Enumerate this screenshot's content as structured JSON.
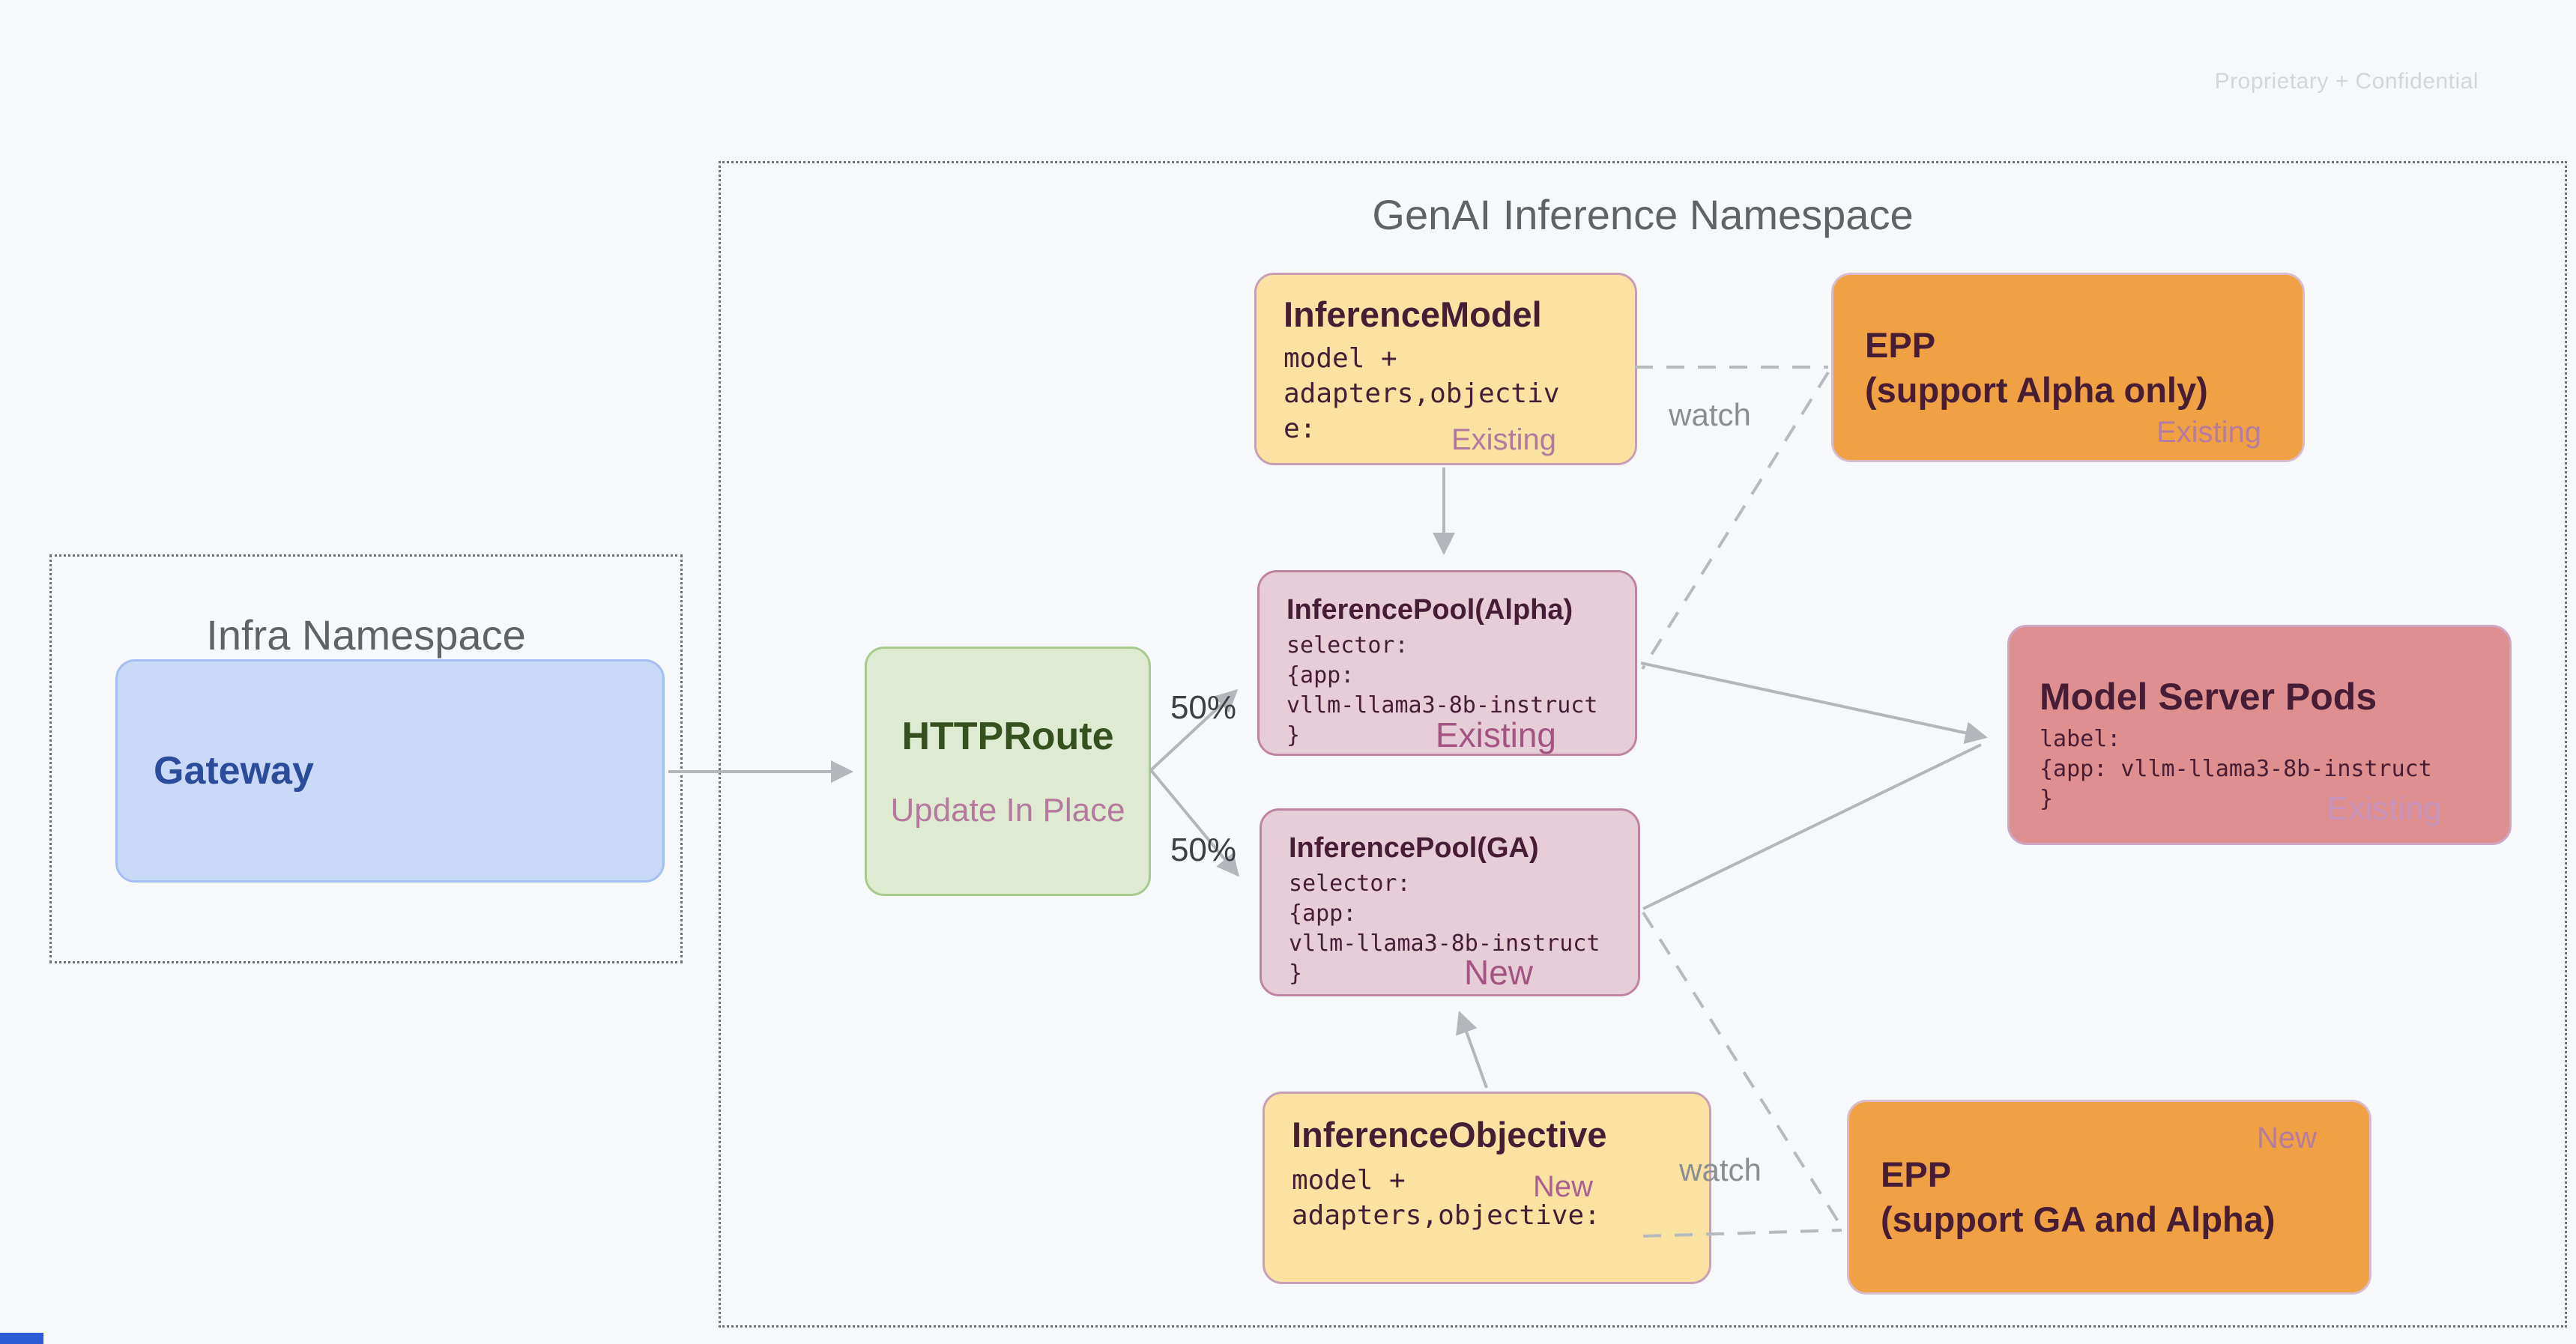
{
  "page": {
    "watermark": "Proprietary + Confidential"
  },
  "infra_namespace": {
    "title": "Infra Namespace",
    "gateway": {
      "title": "Gateway"
    }
  },
  "genai_namespace": {
    "title": "GenAI Inference Namespace",
    "httproute": {
      "title": "HTTPRoute",
      "subtitle": "Update In Place"
    },
    "inference_model": {
      "title": "InferenceModel",
      "body": "model +\nadapters,objectiv\ne:",
      "status": "Existing"
    },
    "epp_alpha": {
      "title": "EPP\n(support Alpha only)",
      "status": "Existing"
    },
    "inference_pool_alpha": {
      "title": "InferencePool(Alpha)",
      "body": "selector:\n{app:\nvllm-llama3-8b-instruct\n}",
      "status": "Existing"
    },
    "inference_pool_ga": {
      "title": "InferencePool(GA)",
      "body": "selector:\n{app:\nvllm-llama3-8b-instruct\n}",
      "status": "New"
    },
    "model_server_pods": {
      "title": "Model Server Pods",
      "body": "label:\n{app: vllm-llama3-8b-instruct\n}",
      "status": "Existing"
    },
    "inference_objective": {
      "title": "InferenceObjective",
      "body": "model +\nadapters,objective:",
      "status": "New"
    },
    "epp_ga": {
      "title": "EPP\n(support GA and Alpha)",
      "status": "New"
    }
  },
  "edges": {
    "split_top": "50%",
    "split_bottom": "50%",
    "watch_top": "watch",
    "watch_bottom": "watch"
  },
  "colors": {
    "background": "#F7F8FA",
    "yellow_fill": "#FAE3A2",
    "orange_fill": "#F0A144",
    "pool_fill": "#E6CDD8",
    "salmon_fill": "#DE8F8F",
    "green_fill": "#DFEBD0",
    "blue_fill": "#C9D9F8",
    "title_maroon": "#471D36",
    "title_green": "#36511E",
    "title_navy": "#2B4C9B",
    "status_mauve": "#B279A0",
    "status_pool": "#A35480",
    "gray_text": "#5F6368",
    "arrow_gray": "#B3B6BB",
    "accent_blue": "#2E5BD7"
  }
}
